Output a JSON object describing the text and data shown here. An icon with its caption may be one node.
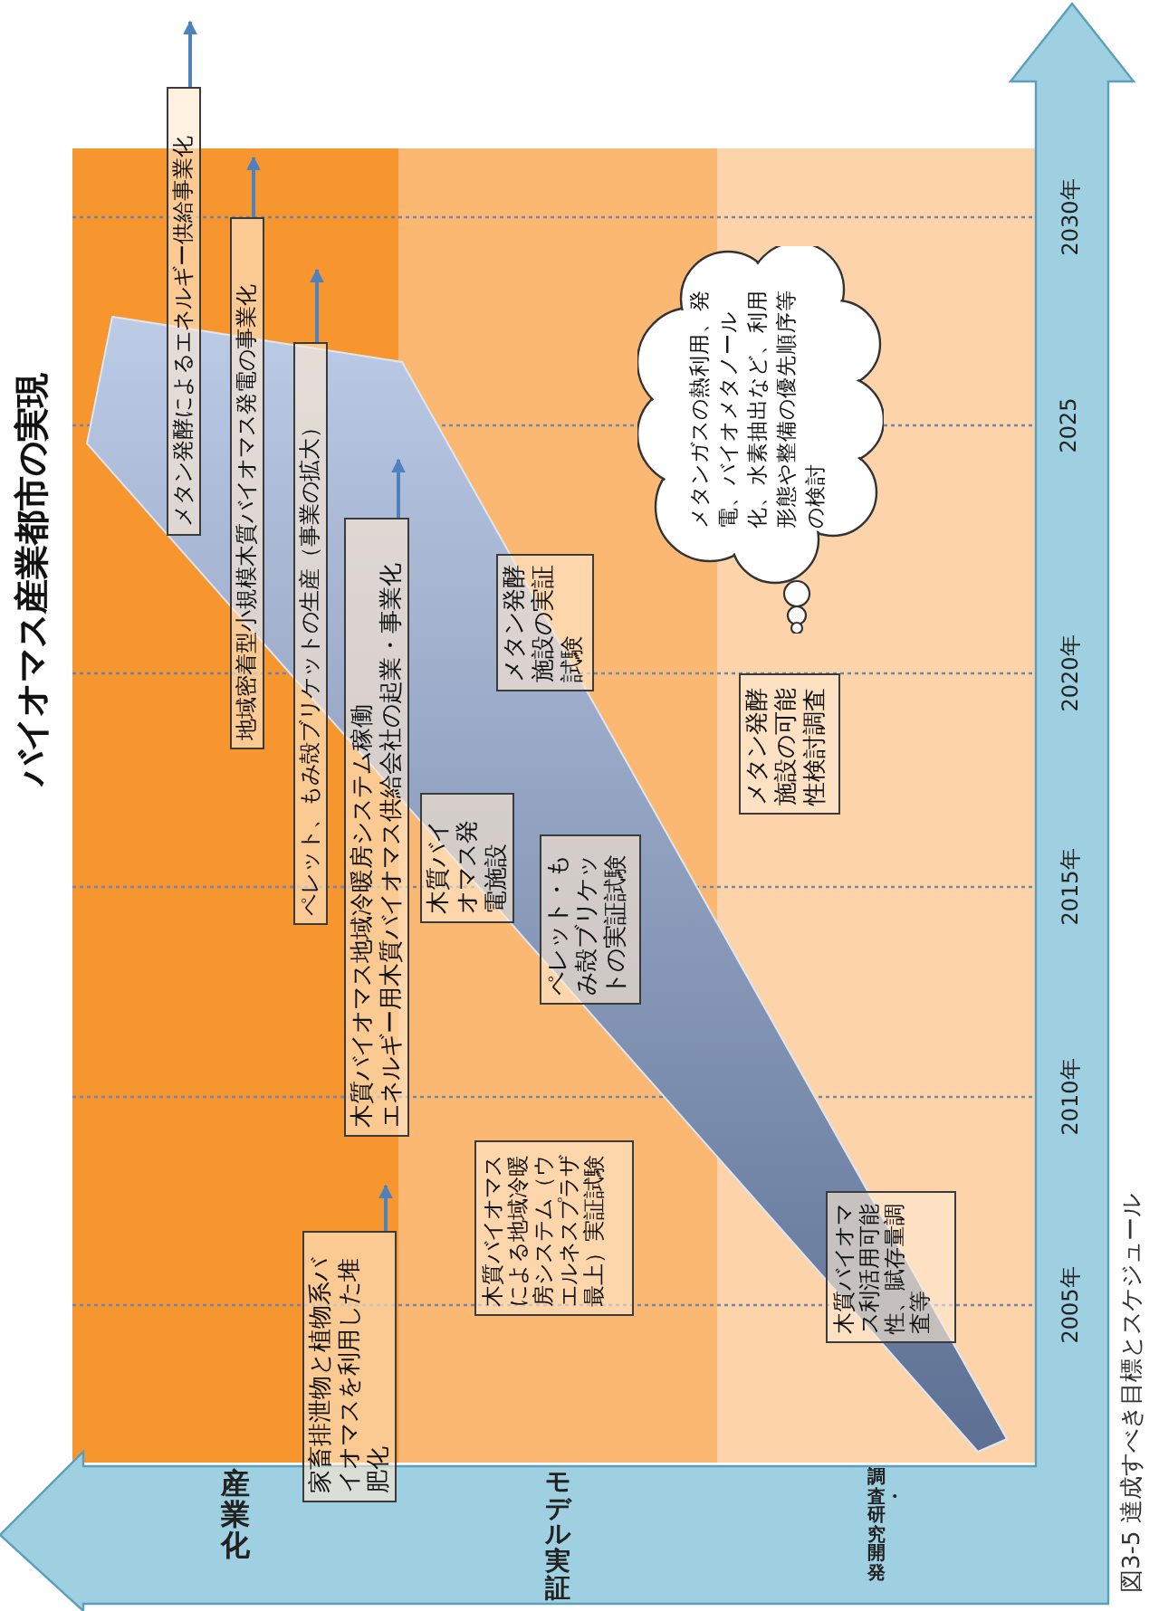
{
  "diagram": {
    "title": "バイオマス産業都市の実現",
    "caption": "図3-5 達成すべき目標とスケジュール",
    "nodes": [
      {
        "text": [
          "家畜排泄物と植物系バイオマスを利用した堆肥化"
        ]
      },
      {
        "text": [
          "木質バイオマス地域冷暖房システム稼働",
          "エネルギー用木質バイオマス供給会社の起業・事業化"
        ]
      },
      {
        "text": [
          "ペレット、もみ殻ブリケットの生産（事業の拡大）"
        ]
      },
      {
        "text": [
          "地域密着型小規模木質バイオマス発電の事業化"
        ]
      },
      {
        "text": [
          "メタン発酵によるエネルギー供給事業化"
        ]
      },
      {
        "text": [
          "木質バイオマスによる地域冷暖房システム（ウエルネスプラザ最上）実証試験"
        ]
      },
      {
        "text": [
          "木質バイオマス発電施設"
        ]
      },
      {
        "text": [
          "ペレット・もみ殻ブリケットの実証試験"
        ]
      },
      {
        "text": [
          "メタン発酵施設の実証試験"
        ]
      },
      {
        "text": [
          "木質バイオマス利活用可能性、賦存量調査等"
        ]
      },
      {
        "text": [
          "メタン発酵施設の可能性検討調査"
        ]
      },
      {
        "text": [
          "メタンガスの熱利用、発電、バイオメタノール化、水素抽出など、利用形態や整備の優先順序等の検討"
        ]
      }
    ],
    "edges": [
      {
        "from": 0,
        "to": null,
        "arrow": "to"
      },
      {
        "from": 1,
        "to": null,
        "arrow": "to"
      },
      {
        "from": 2,
        "to": null,
        "arrow": "to"
      },
      {
        "from": 3,
        "to": null,
        "arrow": "to"
      },
      {
        "from": 4,
        "to": null,
        "arrow": "to"
      }
    ],
    "labels": [
      "産業化",
      "モデル実証",
      "調査・研究開発",
      "2005年",
      "2010年",
      "2015年",
      "2020年",
      "2025",
      "2030年"
    ]
  }
}
